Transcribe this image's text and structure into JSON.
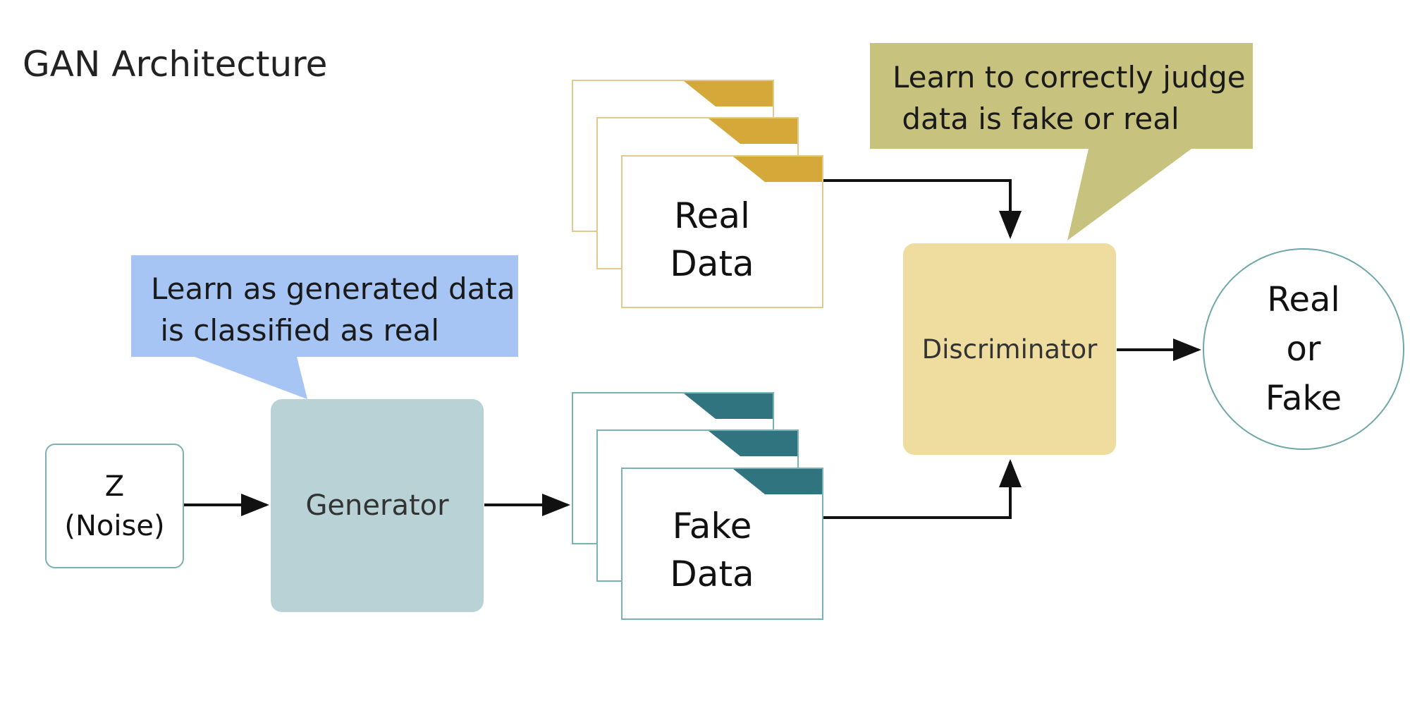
{
  "title": "GAN Architecture",
  "noise": {
    "line1": "Z",
    "line2": "(Noise)"
  },
  "generator": {
    "label": "Generator"
  },
  "discriminator": {
    "label": "Discriminator"
  },
  "real_data": {
    "line1": "Real",
    "line2": "Data"
  },
  "fake_data": {
    "line1": "Fake",
    "line2": "Data"
  },
  "output": {
    "line1": "Real",
    "line2": "or",
    "line3": "Fake"
  },
  "generator_callout": {
    "line1": "Learn as generated data",
    "line2": " is classified as real"
  },
  "discriminator_callout": {
    "line1": "Learn to correctly judge",
    "line2": " data is fake or real"
  },
  "colors": {
    "generator_fill": "#b8d2d5",
    "discriminator_fill": "#efdc9f",
    "real_data_accent": "#d4a93a",
    "fake_data_accent": "#2f747e",
    "generator_callout_fill": "#a6c4f4",
    "discriminator_callout_fill": "#c7c37f"
  }
}
